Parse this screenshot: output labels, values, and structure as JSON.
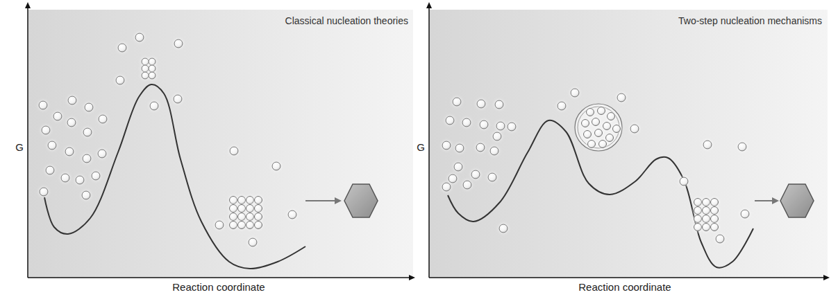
{
  "diagram": {
    "labels": [
      "Classical nucleation theories",
      "G",
      "Reaction coordinate",
      "Two-step nucleation mechanisms",
      "G",
      "Reaction coordinate"
    ]
  }
}
